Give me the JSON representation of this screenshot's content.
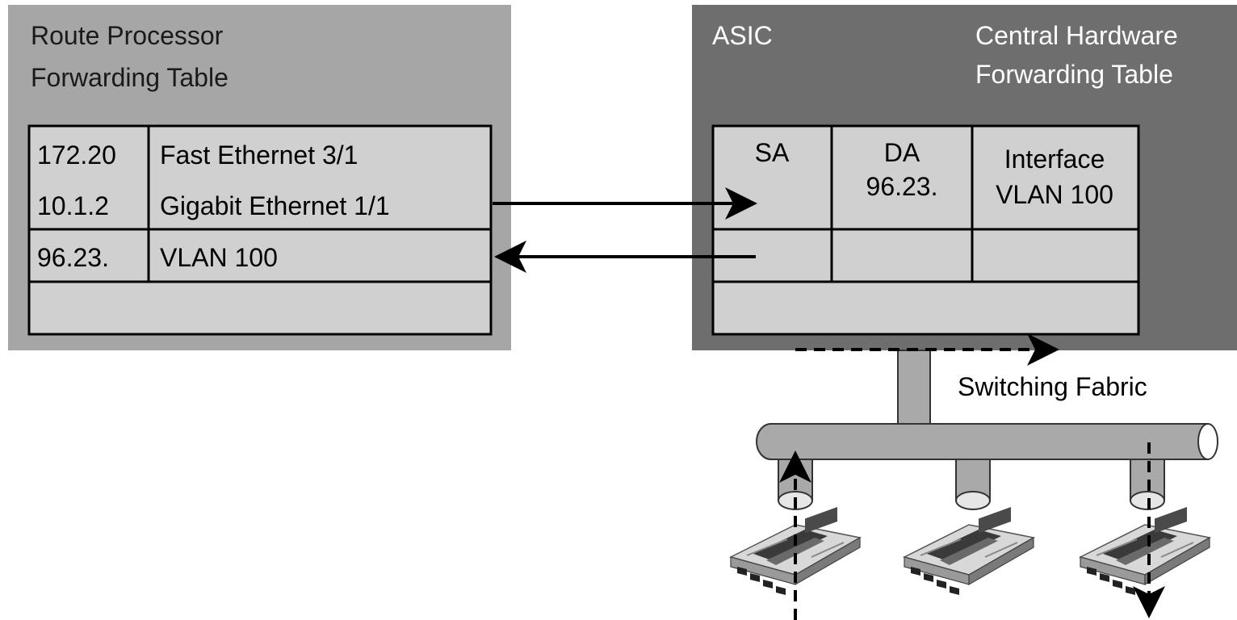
{
  "route_processor": {
    "title_line1": "Route Processor",
    "title_line2": "Forwarding Table",
    "rows": [
      {
        "prefix": "172.20",
        "interface": "Fast Ethernet 3/1"
      },
      {
        "prefix": "10.1.2",
        "interface": "Gigabit Ethernet 1/1"
      },
      {
        "prefix": "96.23.",
        "interface": "VLAN 100"
      }
    ]
  },
  "asic": {
    "label": "ASIC",
    "title_line1": "Central Hardware",
    "title_line2": "Forwarding Table",
    "headers": {
      "sa": "SA",
      "da_line1": "DA",
      "da_line2": "96.23.",
      "iface_line1": "Interface",
      "iface_line2": "VLAN 100"
    }
  },
  "fabric": {
    "label": "Switching Fabric"
  },
  "colors": {
    "rp_panel": "#a6a6a6",
    "asic_panel": "#6e6e6e",
    "table_fill": "#d0d0d0",
    "pipe_fill": "#a9a9a9",
    "line": "#000000"
  },
  "icons": [
    "line-card-icon",
    "line-card-icon",
    "line-card-icon"
  ]
}
